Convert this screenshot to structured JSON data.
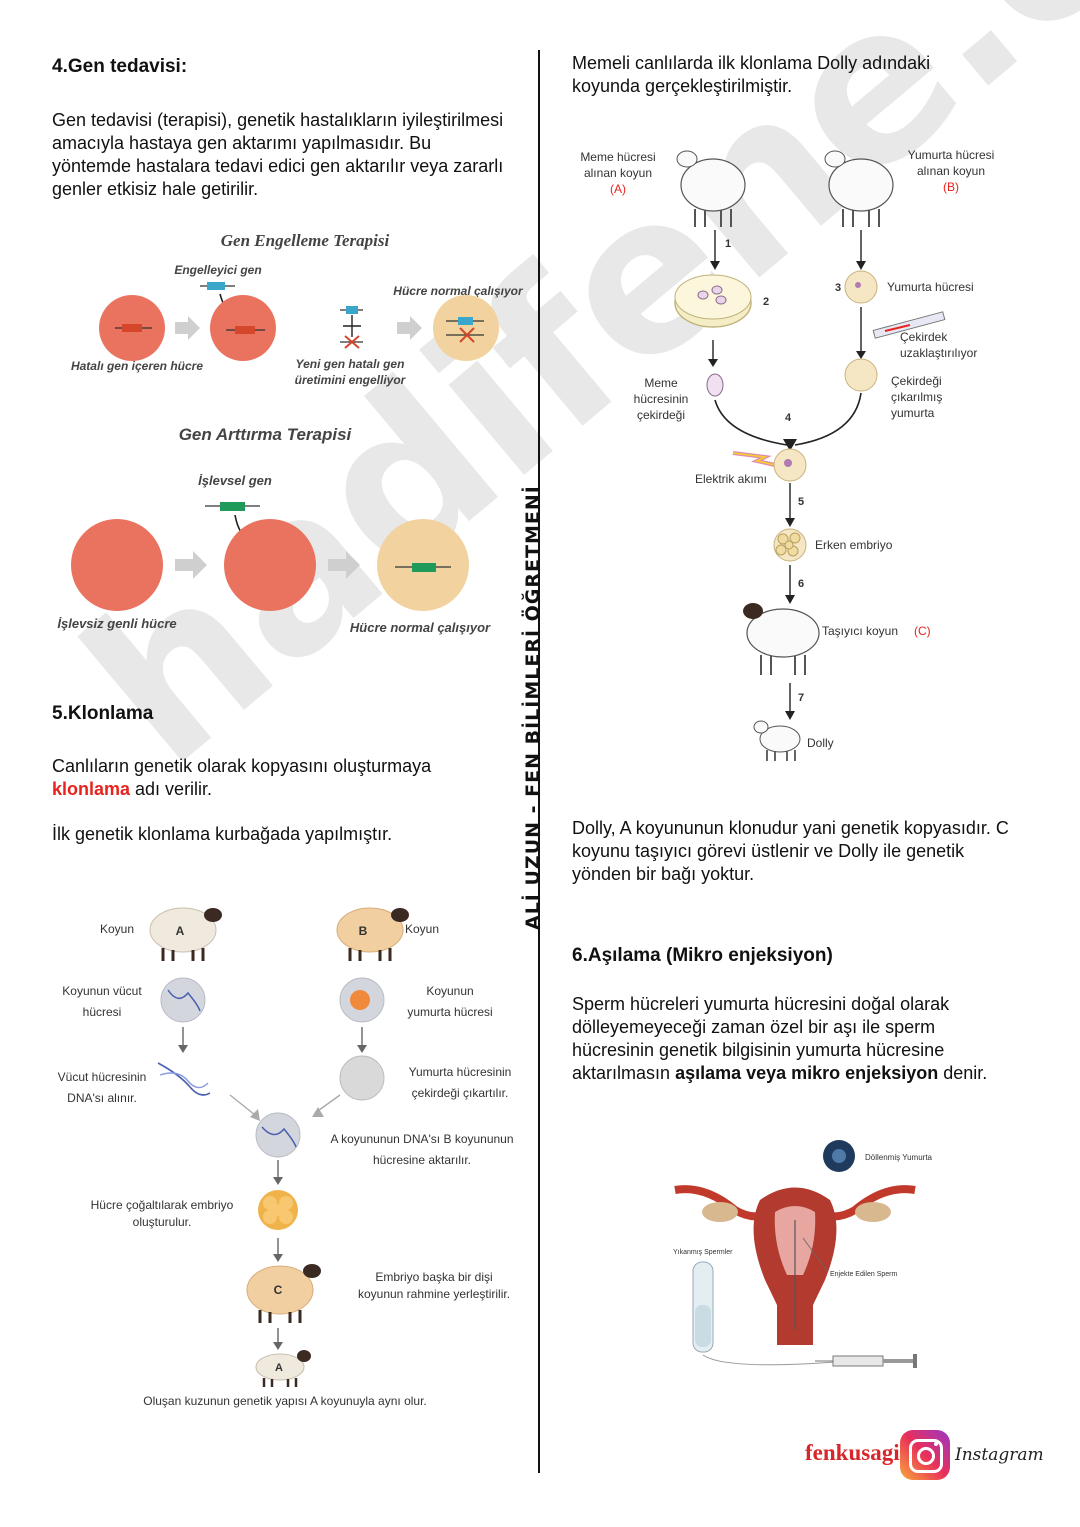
{
  "left": {
    "gen_title": "4.Gen tedavisi:",
    "gen_body": "Gen tedavisi (terapisi), genetik hastalıkların iyileştirilmesi amacıyla hastaya gen aktarımı yapılmasıdır. Bu yöntemde hastalara tedavi edici gen aktarılır veya zararlı genler etkisiz hale getirilir.",
    "inhibition": {
      "title": "Gen Engelleme Terapisi",
      "inhibitor": "Engelleyici gen",
      "normal": "Hücre normal çalışıyor",
      "faulty": "Hatalı gen içeren hücre",
      "block1": "Yeni gen hatalı gen",
      "block2": "üretimini engelliyor"
    },
    "augmentation": {
      "title": "Gen Arttırma Terapisi",
      "functional": "İşlevsel gen",
      "nonfunctional": "İşlevsiz genli hücre",
      "normal": "Hücre normal çalışıyor"
    },
    "clone_title": "5.Klonlama",
    "clone_p1a": "Canlıların genetik olarak kopyasını oluşturmaya",
    "clone_p1_red": "klonlama",
    "clone_p1b": " adı verilir.",
    "clone_p2": "İlk genetik klonlama kurbağada yapılmıştır.",
    "clone_diagram": {
      "koyun_a": "Koyun",
      "koyun_b": "Koyun",
      "a": "A",
      "b": "B",
      "c": "C",
      "a2": "A",
      "body1": "Koyunun vücut",
      "body2": "hücresi",
      "egg1": "Koyunun",
      "egg2": "yumurta hücresi",
      "dna1": "Vücut hücresinin",
      "dna2": "DNA'sı alınır.",
      "nuc1": "Yumurta hücresinin",
      "nuc2": "çekirdeği çıkartılır.",
      "trans1": "A koyununun DNA'sı B koyununun",
      "trans2": "hücresine aktarılır.",
      "emb1": "Hücre çoğaltılarak embriyo",
      "emb2": "oluşturulur.",
      "plc1": "Embriyo başka bir dişi",
      "plc2": "koyunun rahmine yerleştirilir.",
      "result": "Oluşan kuzunun genetik yapısı A koyunuyla aynı olur."
    }
  },
  "right": {
    "dolly_intro": "Memeli canlılarda  ilk klonlama Dolly adındaki koyunda gerçekleştirilmiştir.",
    "dolly_diagram": {
      "a1": "Meme hücresi",
      "a2": "alınan koyun",
      "a3": "(A)",
      "b1": "Yumurta hücresi",
      "b2": "alınan koyun",
      "b3": "(B)",
      "egg": "Yumurta hücresi",
      "rem1": "Çekirdek",
      "rem2": "uzaklaştırılıyor",
      "nuc1": "Meme",
      "nuc2": "hücresinin",
      "nuc3": "çekirdeği",
      "enuc1": "Çekirdeği",
      "enuc2": "çıkarılmış",
      "enuc3": "yumurta",
      "shock": "Elektrik akımı",
      "embryo": "Erken embriyo",
      "surrogate": "Taşıyıcı koyun",
      "surrogate_c": "(C)",
      "dolly": "Dolly",
      "n1": "1",
      "n2": "2",
      "n3": "3",
      "n4": "4",
      "n5": "5",
      "n6": "6",
      "n7": "7"
    },
    "dolly_text": "Dolly, A koyununun klonudur yani genetik kopyasıdır. C koyunu taşıyıcı görevi üstlenir ve Dolly ile genetik yönden bir bağı yoktur.",
    "asi_title": "6.Aşılama (Mikro enjeksiyon)",
    "asi_text": "Sperm hücreleri yumurta hücresini doğal olarak dölleyemeyeceği zaman özel bir aşı ile sperm hücresinin genetik bilgisinin yumurta hücresine aktarılmasın",
    "asi_bold": "aşılama veya mikro enjeksiyon",
    "asi_end": "denir.",
    "uterus": {
      "fert": "Döllenmiş Yumurta",
      "washed": "Yıkanmış Spermler",
      "injected": "Enjekte Edilen Sperm"
    }
  },
  "side_signature": "ALİ UZUN - FEN BİLİMLERİ ÖĞRETMENİ",
  "watermark": "hadifene.com",
  "footer": {
    "brand": "fenkusagi",
    "instagram": "Instagram"
  },
  "colors": {
    "accent_red": "#e8231d",
    "cell_red": "#e9735f",
    "cell_tan": "#f2d3a0",
    "gene_blue": "#3aa6c9",
    "gene_green": "#1f9a5a"
  }
}
